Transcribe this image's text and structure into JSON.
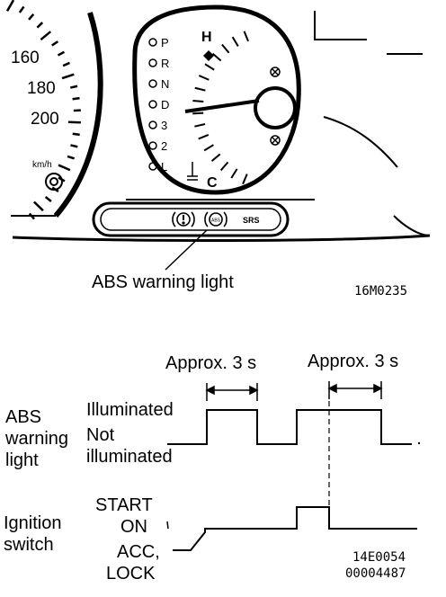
{
  "cluster": {
    "speedo_ticks": [
      "160",
      "180",
      "200"
    ],
    "speed_unit": "km/h",
    "gear_positions": [
      "P",
      "R",
      "N",
      "D",
      "3",
      "2",
      "L"
    ],
    "gauge_hot": "H",
    "gauge_cold": "C",
    "srs_label": "SRS",
    "callout": "ABS warning light",
    "figure_code": "16M0235"
  },
  "timing": {
    "durations": [
      "Approx. 3 s",
      "Approx. 3 s"
    ],
    "abs_label": [
      "ABS",
      "warning",
      "light"
    ],
    "abs_on": "Illuminated",
    "abs_off": [
      "Not",
      "illuminated"
    ],
    "ign_label": [
      "Ignition",
      "switch"
    ],
    "ign_start": "START",
    "ign_on": "ON",
    "ign_acc": [
      "ACC,",
      "LOCK"
    ],
    "figure_code": "14E0054",
    "doc_code": "00004487"
  }
}
